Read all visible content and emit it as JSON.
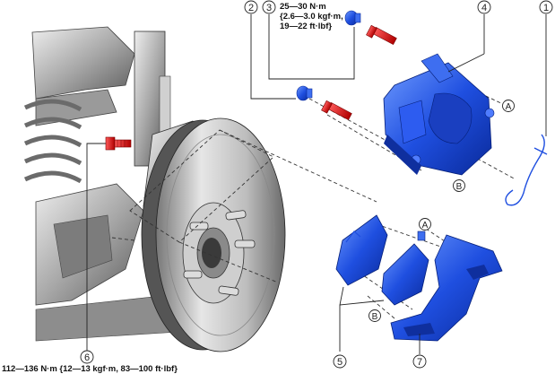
{
  "callouts": {
    "c1": "1",
    "c2": "2",
    "c3": "3",
    "c4": "4",
    "c5": "5",
    "c6": "6",
    "c7": "7"
  },
  "refs": {
    "a": "A",
    "b": "B"
  },
  "torque": {
    "guide_pin": [
      "25—30 N·m",
      "{2.6—3.0 kgf·m,",
      "19—22 ft·lbf}"
    ],
    "bracket_bolt": "112—136 N·m {12—13 kgf·m, 83—100 ft·lbf}"
  },
  "colors": {
    "caliper_blue": "#1f4fe0",
    "bolt_red": "#e01818",
    "metal_gray": "#8a8a8a",
    "line": "#333333"
  }
}
